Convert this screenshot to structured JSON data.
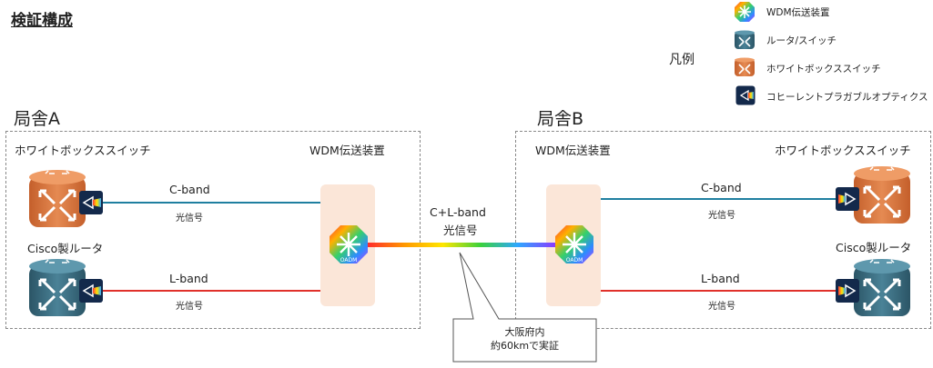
{
  "title": "検証構成",
  "legend": {
    "heading": "凡例",
    "items": [
      {
        "label": "WDM伝送装置",
        "icon": "wdm-icon"
      },
      {
        "label": "ルータ/スイッチ",
        "icon": "router-icon"
      },
      {
        "label": "ホワイトボックススイッチ",
        "icon": "whitebox-switch-icon"
      },
      {
        "label": "コヒーレントプラガブルオプティクス",
        "icon": "coherent-pluggable-icon"
      }
    ]
  },
  "site_a": {
    "label": "局舎A",
    "whitebox_label": "ホワイトボックススイッチ",
    "wdm_label": "WDM伝送装置",
    "router_label": "Cisco製ルータ",
    "c_band": "C-band",
    "c_band_sub": "光信号",
    "l_band": "L-band",
    "l_band_sub": "光信号"
  },
  "site_b": {
    "label": "局舎B",
    "whitebox_label": "ホワイトボックススイッチ",
    "wdm_label": "WDM伝送装置",
    "router_label": "Cisco製ルータ",
    "c_band": "C-band",
    "c_band_sub": "光信号",
    "l_band": "L-band",
    "l_band_sub": "光信号"
  },
  "link": {
    "label": "C+L-band",
    "sub": "光信号"
  },
  "callout": {
    "line1": "大阪府内",
    "line2": "約60kmで実証"
  },
  "colors": {
    "c_band": "#1f7fa0",
    "l_band": "#e0312b",
    "whitebox": "#d9753f",
    "router": "#3b6b7d",
    "wdm_panel": "#fbe6d8"
  }
}
